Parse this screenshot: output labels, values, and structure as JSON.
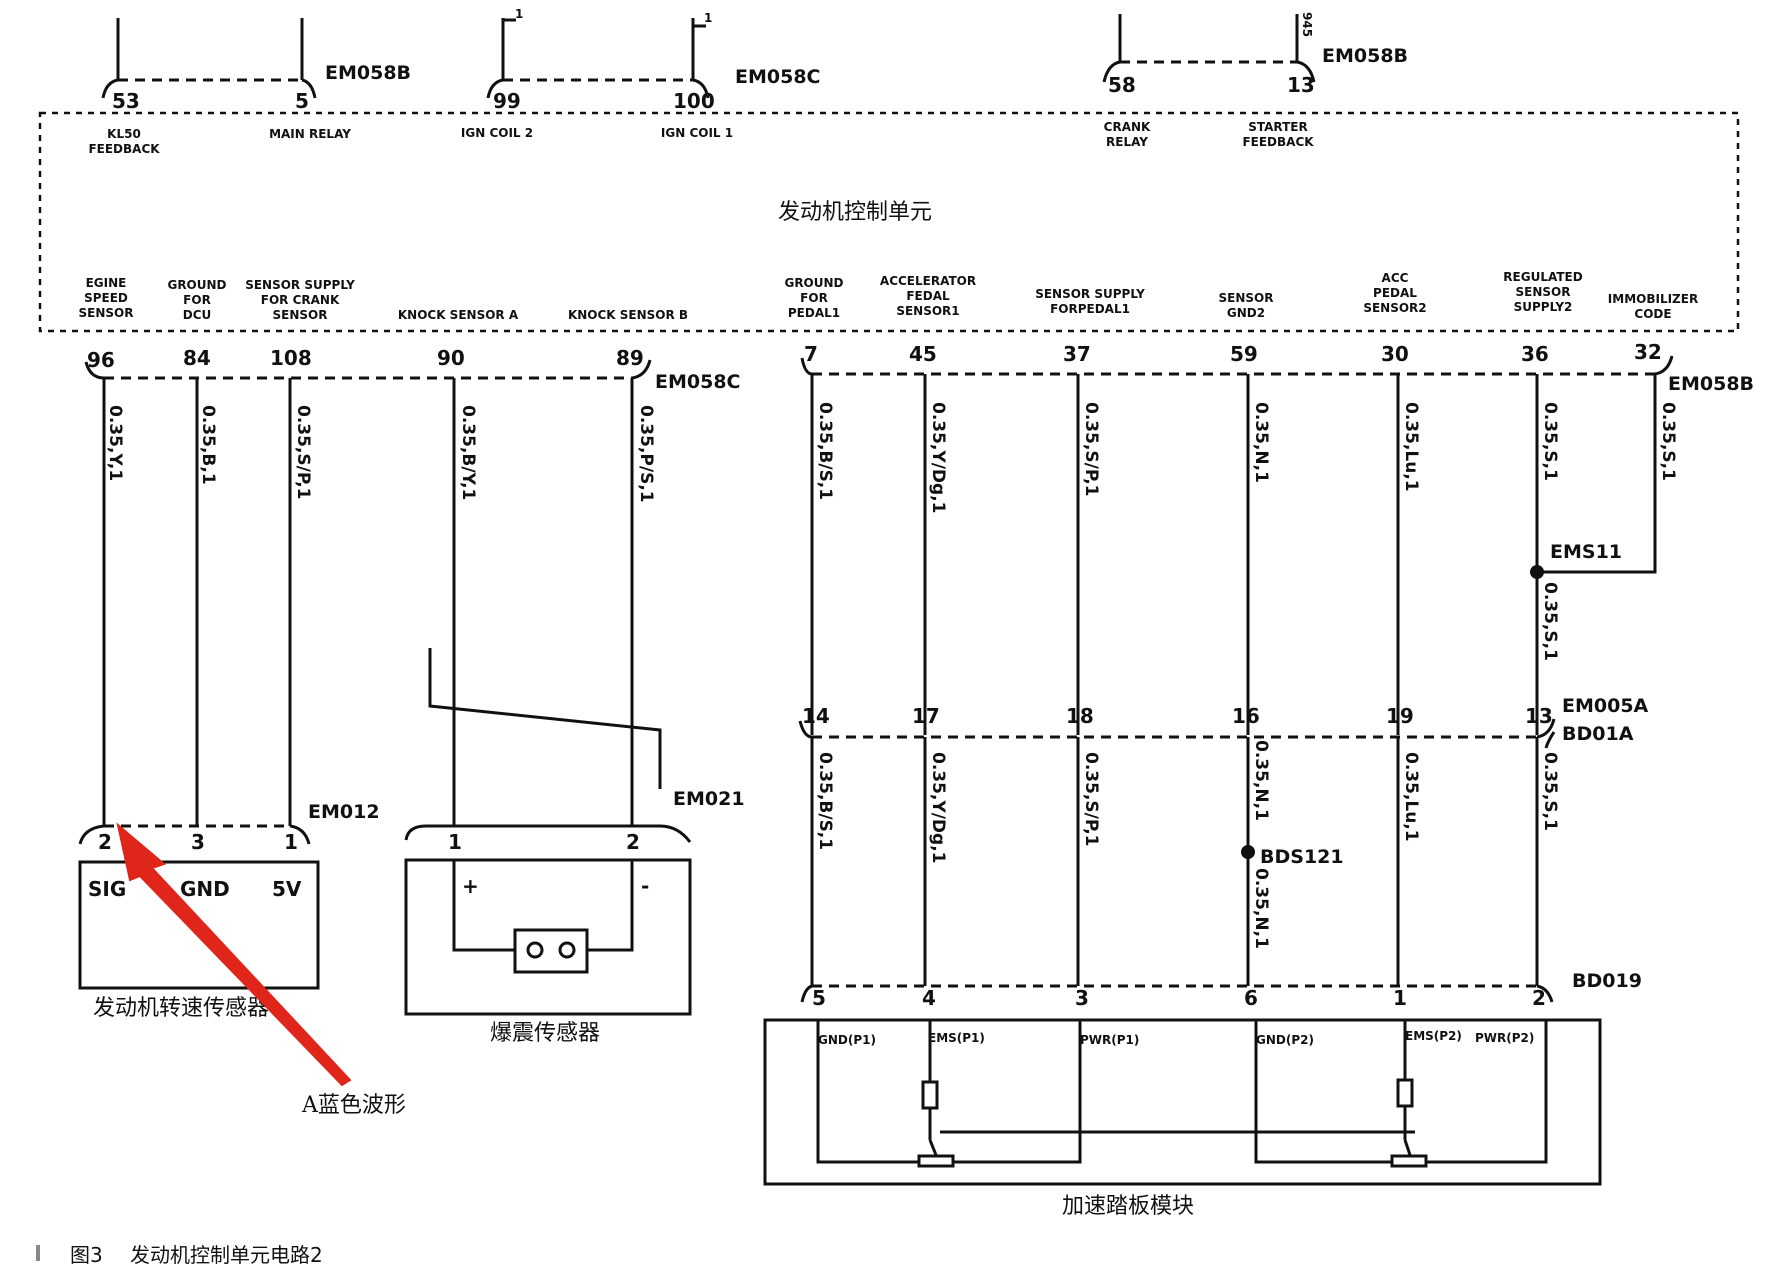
{
  "ecu": {
    "title": "发动机控制单元",
    "top_pins": [
      {
        "num": "53",
        "name": "KL50\nFEEDBACK"
      },
      {
        "num": "5",
        "name": "MAIN RELAY"
      },
      {
        "num": "99",
        "name": "IGN COIL 2"
      },
      {
        "num": "100",
        "name": "IGN COIL 1"
      },
      {
        "num": "58",
        "name": "CRANK\nRELAY"
      },
      {
        "num": "13",
        "name": "STARTER\nFEEDBACK"
      }
    ],
    "top_connectors": [
      "EM058B",
      "EM058C",
      "EM058B"
    ],
    "top_marks": [
      "1",
      "1",
      "945"
    ],
    "bottom_pins": [
      {
        "num": "96",
        "name": "EGINE\nSPEED\nSENSOR",
        "wire": "0.35,Y,1"
      },
      {
        "num": "84",
        "name": "GROUND\nFOR\nDCU",
        "wire": "0.35,B,1"
      },
      {
        "num": "108",
        "name": "SENSOR SUPPLY\nFOR CRANK\nSENSOR",
        "wire": "0.35,S/P,1"
      },
      {
        "num": "90",
        "name": "KNOCK SENSOR A",
        "wire": "0.35,B/Y,1"
      },
      {
        "num": "89",
        "name": "KNOCK SENSOR B",
        "wire": "0.35,P/S,1"
      },
      {
        "num": "7",
        "name": "GROUND\nFOR\nPEDAL1",
        "wire": "0.35,B/S,1"
      },
      {
        "num": "45",
        "name": "ACCELERATOR\nFEDAL\nSENSOR1",
        "wire": "0.35,Y/Dg,1"
      },
      {
        "num": "37",
        "name": "SENSOR SUPPLY\nFORPEDAL1",
        "wire": "0.35,S/P,1"
      },
      {
        "num": "59",
        "name": "SENSOR\nGND2",
        "wire": "0.35,N,1"
      },
      {
        "num": "30",
        "name": "ACC\nPEDAL\nSENSOR2",
        "wire": "0.35,Lu,1"
      },
      {
        "num": "36",
        "name": "REGULATED\nSENSOR\nSUPPLY2",
        "wire": "0.35,S,1"
      },
      {
        "num": "32",
        "name": "IMMOBILIZER\nCODE",
        "wire": "0.35,S,1"
      }
    ],
    "bottom_connectors": [
      "EM058C",
      "EM058B"
    ]
  },
  "splices": {
    "ems11": "EMS11",
    "bds121": "BDS121"
  },
  "inline_connector": {
    "labels": [
      "EM005A",
      "BD01A"
    ],
    "pins": [
      "14",
      "17",
      "18",
      "16",
      "19",
      "13"
    ],
    "wires": [
      "0.35,B/S,1",
      "0.35,Y/Dg,1",
      "0.35,S/P,1",
      "0.35,N,1",
      "0.35,Lu,1",
      "0.35,S,1"
    ],
    "ems11_wire": "0.35,S,1",
    "bds121_wire": "0.35,N,1"
  },
  "speed_sensor": {
    "connector": "EM012",
    "pins": [
      "2",
      "3",
      "1"
    ],
    "terminals": [
      "SIG",
      "GND",
      "5V"
    ],
    "title": "发动机转速传感器"
  },
  "knock_sensor": {
    "connector": "EM021",
    "pins": [
      "1",
      "2"
    ],
    "plus": "+",
    "minus": "-",
    "title": "爆震传感器"
  },
  "pedal": {
    "connector": "BD019",
    "pins": [
      "5",
      "4",
      "3",
      "6",
      "1",
      "2"
    ],
    "terminals": [
      "GND(P1)",
      "EMS(P1)",
      "PWR(P1)",
      "GND(P2)",
      "EMS(P2)",
      "PWR(P2)"
    ],
    "title": "加速踏板模块"
  },
  "annotation": {
    "text": "A蓝色波形",
    "color": "#e0251b"
  },
  "figure_caption": {
    "number": "图3",
    "text": "发动机控制单元电路2"
  }
}
